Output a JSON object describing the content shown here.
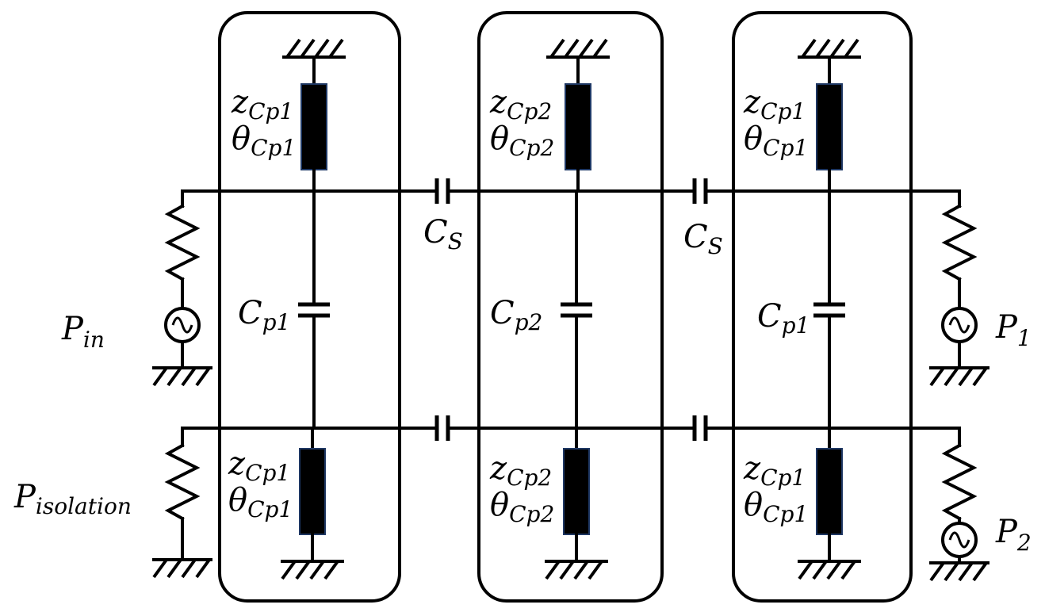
{
  "labels": {
    "z1": "z",
    "z1_sub": "Cp1",
    "theta1": "θ",
    "theta1_sub": "Cp1",
    "z2": "z",
    "z2_sub": "Cp2",
    "theta2": "θ",
    "theta2_sub": "Cp2",
    "c": "C",
    "cp1_sub": "p1",
    "cp2_sub": "p2",
    "cs_sub": "S",
    "p": "P",
    "pin_sub": "in",
    "p1_sub": "1",
    "p2_sub": "2",
    "piso_sub": "isolation"
  }
}
